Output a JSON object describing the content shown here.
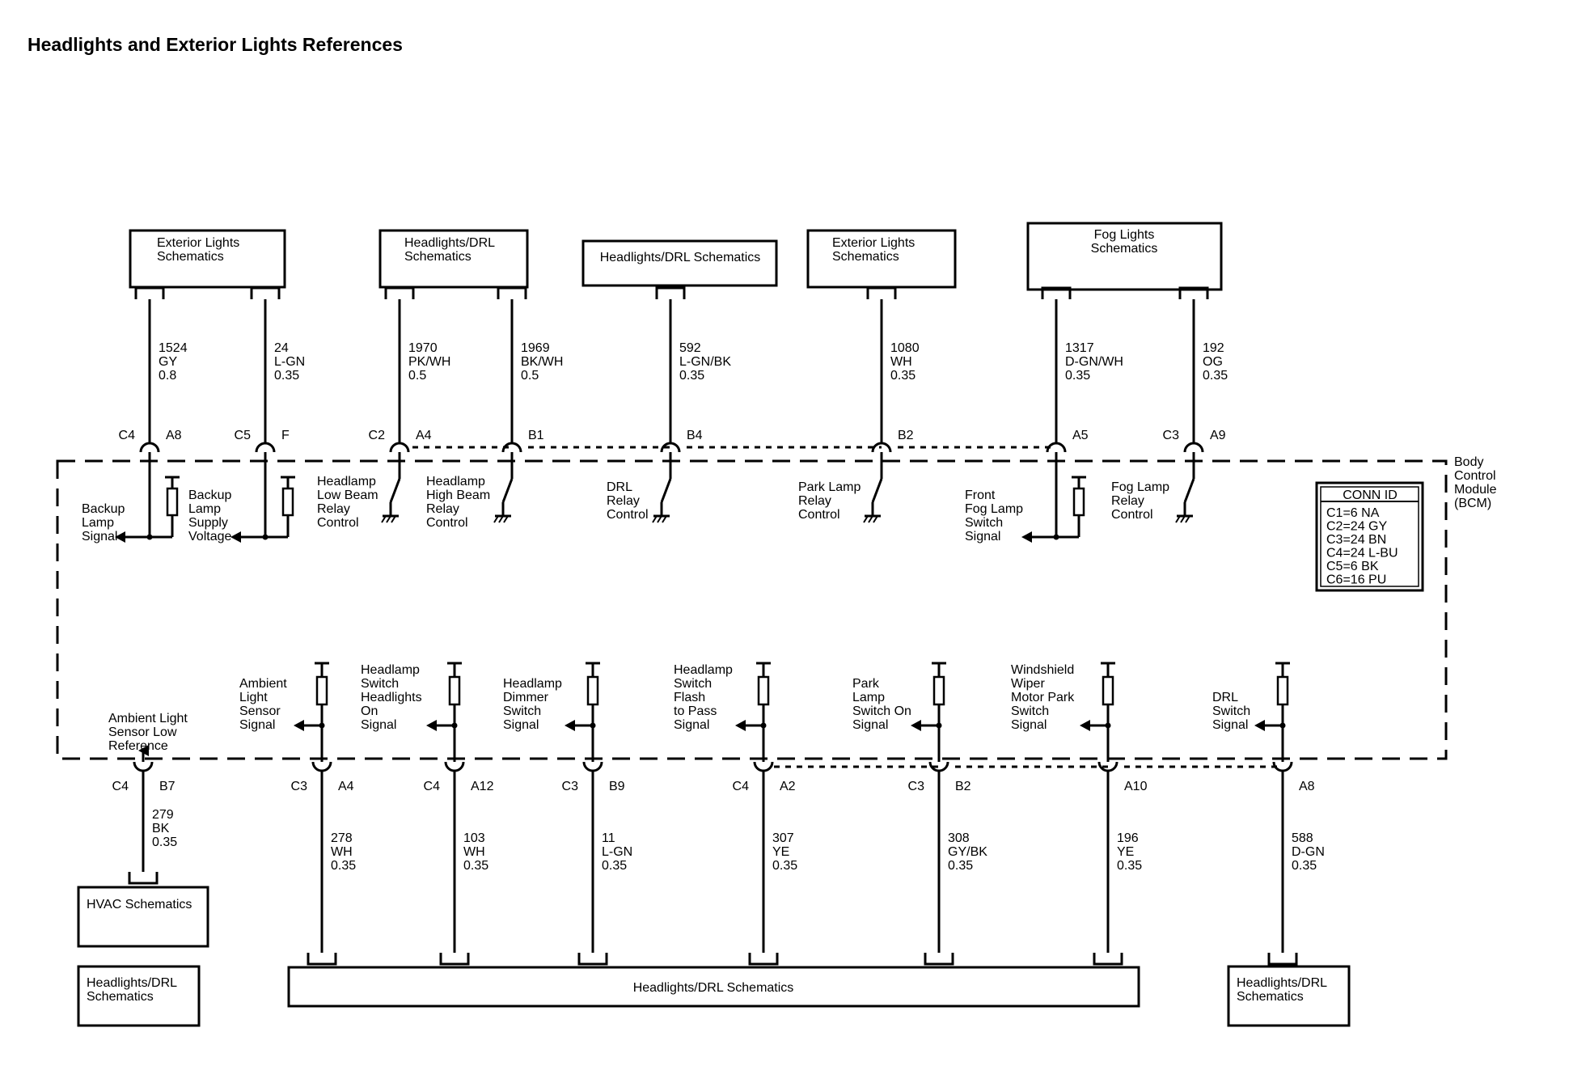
{
  "title": "Headlights and Exterior Lights References",
  "module": {
    "label": [
      "Body",
      "Control",
      "Module",
      "(BCM)"
    ]
  },
  "conn_id": {
    "header": "CONN ID",
    "rows": [
      "C1=6 NA",
      "C2=24 GY",
      "C3=24 BN",
      "C4=24 L-BU",
      "C5=6 BK",
      "C6=16 PU"
    ]
  },
  "top_boxes": [
    {
      "label": [
        "Exterior Lights",
        "Schematics"
      ]
    },
    {
      "label": [
        "Headlights/DRL",
        "Schematics"
      ]
    },
    {
      "label": [
        "Headlights/DRL Schematics"
      ]
    },
    {
      "label": [
        "Exterior Lights",
        "Schematics"
      ]
    },
    {
      "label": [
        "Fog Lights",
        "Schematics"
      ]
    }
  ],
  "top_circuits": [
    {
      "conn": "C4",
      "pin": "A8",
      "circuit": "1524",
      "color": "GY",
      "gauge": "0.8",
      "function": [
        "Backup",
        "Lamp",
        "Signal"
      ]
    },
    {
      "conn": "C5",
      "pin": "F",
      "circuit": "24",
      "color": "L-GN",
      "gauge": "0.35",
      "function": [
        "Backup",
        "Lamp",
        "Supply",
        "Voltage"
      ]
    },
    {
      "conn": "C2",
      "pin": "A4",
      "circuit": "1970",
      "color": "PK/WH",
      "gauge": "0.5",
      "function": [
        "Headlamp",
        "Low Beam",
        "Relay",
        "Control"
      ]
    },
    {
      "conn": "",
      "pin": "B1",
      "circuit": "1969",
      "color": "BK/WH",
      "gauge": "0.5",
      "function": [
        "Headlamp",
        "High Beam",
        "Relay",
        "Control"
      ]
    },
    {
      "conn": "",
      "pin": "B4",
      "circuit": "592",
      "color": "L-GN/BK",
      "gauge": "0.35",
      "function": [
        "DRL",
        "Relay",
        "Control"
      ]
    },
    {
      "conn": "",
      "pin": "B2",
      "circuit": "1080",
      "color": "WH",
      "gauge": "0.35",
      "function": [
        "Park Lamp",
        "Relay",
        "Control"
      ]
    },
    {
      "conn": "",
      "pin": "A5",
      "circuit": "1317",
      "color": "D-GN/WH",
      "gauge": "0.35",
      "function": [
        "Front",
        "Fog Lamp",
        "Switch",
        "Signal"
      ]
    },
    {
      "conn": "C3",
      "pin": "A9",
      "circuit": "192",
      "color": "OG",
      "gauge": "0.35",
      "function": [
        "Fog Lamp",
        "Relay",
        "Control"
      ]
    }
  ],
  "bottom_circuits": [
    {
      "conn": "C4",
      "pin": "B7",
      "circuit": "279",
      "color": "BK",
      "gauge": "0.35",
      "function": [
        "Ambient Light",
        "Sensor Low",
        "Reference"
      ]
    },
    {
      "conn": "C3",
      "pin": "A4",
      "circuit": "278",
      "color": "WH",
      "gauge": "0.35",
      "function": [
        "Ambient",
        "Light",
        "Sensor",
        "Signal"
      ]
    },
    {
      "conn": "C4",
      "pin": "A12",
      "circuit": "103",
      "color": "WH",
      "gauge": "0.35",
      "function": [
        "Headlamp",
        "Switch",
        "Headlights",
        "On",
        "Signal"
      ]
    },
    {
      "conn": "C3",
      "pin": "B9",
      "circuit": "11",
      "color": "L-GN",
      "gauge": "0.35",
      "function": [
        "Headlamp",
        "Dimmer",
        "Switch",
        "Signal"
      ]
    },
    {
      "conn": "C4",
      "pin": "A2",
      "circuit": "307",
      "color": "YE",
      "gauge": "0.35",
      "function": [
        "Headlamp",
        "Switch",
        "Flash",
        "to Pass",
        "Signal"
      ]
    },
    {
      "conn": "C3",
      "pin": "B2",
      "circuit": "308",
      "color": "GY/BK",
      "gauge": "0.35",
      "function": [
        "Park",
        "Lamp",
        "Switch On",
        "Signal"
      ]
    },
    {
      "conn": "",
      "pin": "A10",
      "circuit": "196",
      "color": "YE",
      "gauge": "0.35",
      "function": [
        "Windshield",
        "Wiper",
        "Motor Park",
        "Switch",
        "Signal"
      ]
    },
    {
      "conn": "",
      "pin": "A8",
      "circuit": "588",
      "color": "D-GN",
      "gauge": "0.35",
      "function": [
        "DRL",
        "Switch",
        "Signal"
      ]
    }
  ],
  "bottom_boxes": [
    {
      "label": [
        "HVAC Schematics"
      ]
    },
    {
      "label": [
        "Headlights/DRL",
        "Schematics"
      ]
    },
    {
      "label": [
        "Headlights/DRL Schematics"
      ]
    },
    {
      "label": [
        "Headlights/DRL",
        "Schematics"
      ]
    }
  ]
}
